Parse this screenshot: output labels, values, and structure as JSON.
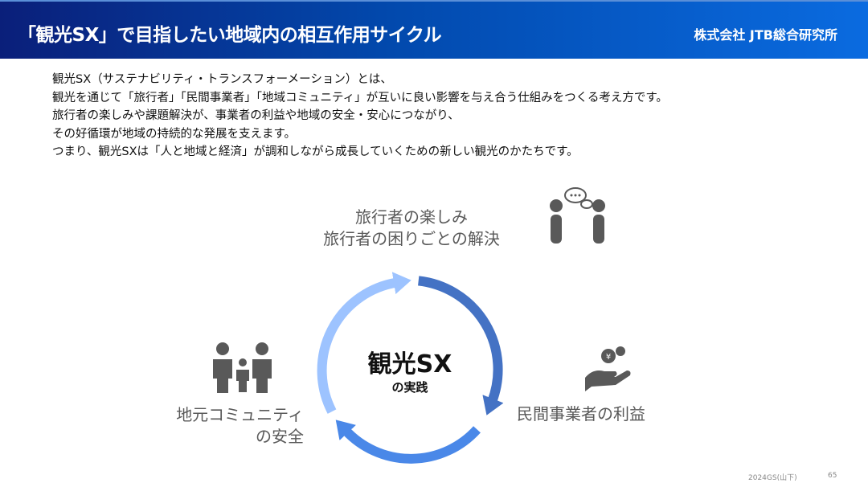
{
  "header": {
    "title": "「観光SX」で目指したい地域内の相互作用サイクル",
    "brand": "株式会社 JTB総合研究所"
  },
  "intro": [
    "観光SX（サステナビリティ・トランスフォーメーション）とは、",
    "観光を通じて「旅行者」「民間事業者」「地域コミュニティ」が互いに良い影響を与え合う仕組みをつくる考え方です。",
    "旅行者の楽しみや課題解決が、事業者の利益や地域の安全・安心につながり、",
    "その好循環が地域の持続的な発展を支えます。",
    "つまり、観光SXは「人と地域と経済」が調和しながら成長していくための新しい観光のかたちです。"
  ],
  "cycle": {
    "center_title": "観光SX",
    "center_sub": "の実践",
    "traveler": [
      "旅行者の楽しみ",
      "旅行者の困りごとの解決"
    ],
    "business": "民間事業者の利益",
    "community": [
      "地元コミュニティ",
      "の安全"
    ]
  },
  "colors": {
    "arc_top": "#4472c4",
    "arc_bottom": "#4a88e8",
    "arc_left": "#9dc3ff",
    "icon": "#595959"
  },
  "footer": {
    "note": "2024GS(山下)",
    "page": "65"
  }
}
